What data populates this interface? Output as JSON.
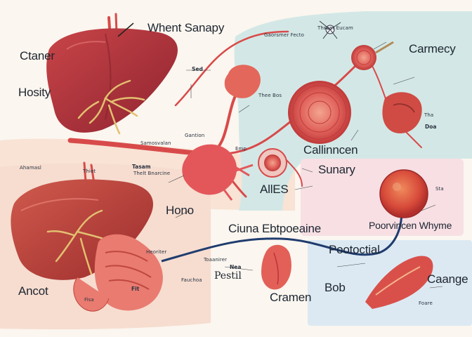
{
  "labels": {
    "top_title": "Whent Sanapy",
    "left_title_1": "Ctaner",
    "left_title_2": "Hosity",
    "left_title_3": "Ancot",
    "right_title_1": "Carmecy",
    "center_title": "Callinncen",
    "mid_title": "AllES",
    "summary_title": "Sunary",
    "summary_footer": "Poorvincen Whyme",
    "center_bottom_title": "Ciuna Ebtpoeaine",
    "middle_label": "Hono",
    "pootoctial_title": "Pootoctial",
    "caange_title": "Caange",
    "bob_title": "Bob",
    "cramen_title": "Cramen",
    "pestil_title": "Pestil",
    "sed_label": "Sed",
    "tasam_label": "Tasam",
    "fit_label": "Fit",
    "doa_label": "Doa",
    "nea_label": "Nea"
  },
  "fine_text": [
    "Thsaet Eucam",
    "Gaorsmer Fecto",
    "Thee Bos",
    "Gantion",
    "Emp",
    "Samosvalan",
    "Ahamasl",
    "Thiet",
    "Thelt Bnarcine",
    "Heoriter",
    "Fauchoa",
    "Toaanirer",
    "Sta",
    "Tha",
    "Fisa",
    "Foare"
  ],
  "colors": {
    "organ": "#b8333a",
    "organ_light": "#d9585a",
    "vessel": "#d84a4a",
    "nerve": "#e2c070",
    "teal_panel": "#cfe6e4",
    "pink_panel": "#f7dfe4",
    "blue_panel": "#dbe9f3",
    "peach_panel": "#f8e3d5",
    "tube": "#1f3c6e"
  }
}
